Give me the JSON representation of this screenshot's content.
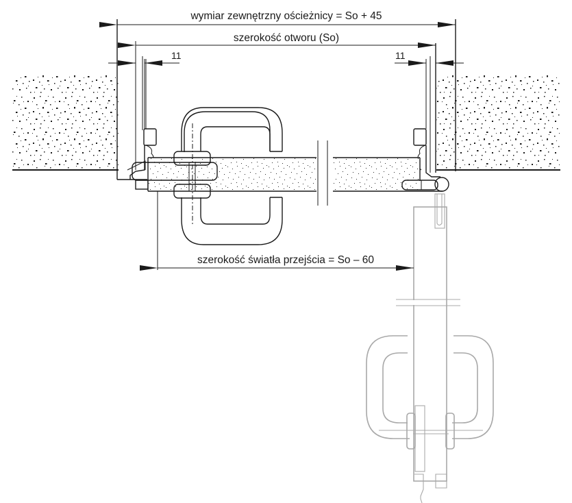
{
  "diagram": {
    "title": "Door frame horizontal cross-section with opening dimensions",
    "dimensions": {
      "frame_outer": "wymiar zewnętrzny ościeżnicy = So + 45",
      "opening_width": "szerokość otworu (So)",
      "left_offset": "11",
      "right_offset": "11",
      "clear_passage": "szerokość światła przejścia = So – 60"
    },
    "elements": {
      "wall_left": "wall-section-left",
      "wall_right": "wall-section-right",
      "door_leaf_closed": "door-leaf-closed",
      "door_leaf_open": "door-leaf-open-ghost",
      "handle_closed": "pull-handle",
      "handle_open": "pull-handle-ghost",
      "hinge": "hinge"
    },
    "colors": {
      "line": "#1a1a1a",
      "ghost": "#a8a8a8",
      "background": "#ffffff"
    }
  }
}
